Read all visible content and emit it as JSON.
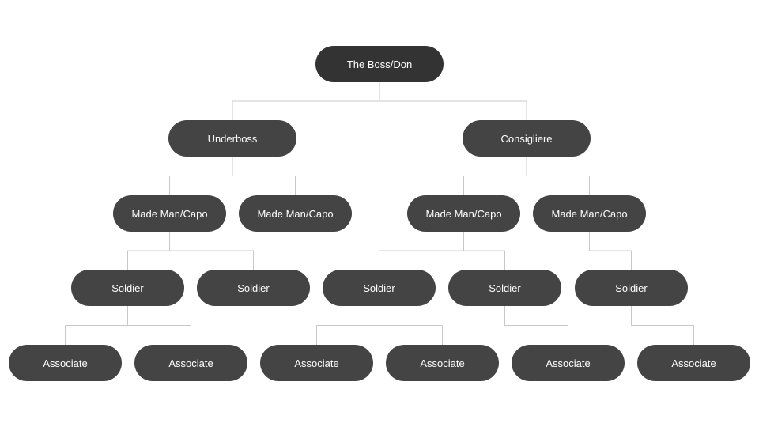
{
  "colors": {
    "node_fill": "#444444",
    "node_fill_root": "#333333",
    "node_text": "#ffffff",
    "connector": "#c8c8c8"
  },
  "nodes": [
    {
      "id": "boss",
      "label": "The Boss/Don",
      "parent": null
    },
    {
      "id": "underboss",
      "label": "Underboss",
      "parent": "boss"
    },
    {
      "id": "consigliere",
      "label": "Consigliere",
      "parent": "boss"
    },
    {
      "id": "capo1",
      "label": "Made Man/Capo",
      "parent": "underboss"
    },
    {
      "id": "capo2",
      "label": "Made Man/Capo",
      "parent": "underboss"
    },
    {
      "id": "capo3",
      "label": "Made Man/Capo",
      "parent": "consigliere"
    },
    {
      "id": "capo4",
      "label": "Made Man/Capo",
      "parent": "consigliere"
    },
    {
      "id": "soldier1",
      "label": "Soldier",
      "parent": "capo1"
    },
    {
      "id": "soldier2",
      "label": "Soldier",
      "parent": "capo1"
    },
    {
      "id": "soldier3",
      "label": "Soldier",
      "parent": "capo3"
    },
    {
      "id": "soldier4",
      "label": "Soldier",
      "parent": "capo3"
    },
    {
      "id": "soldier5",
      "label": "Soldier",
      "parent": "capo4"
    },
    {
      "id": "associate1",
      "label": "Associate",
      "parent": "soldier1"
    },
    {
      "id": "associate2",
      "label": "Associate",
      "parent": "soldier1"
    },
    {
      "id": "associate3",
      "label": "Associate",
      "parent": "soldier3"
    },
    {
      "id": "associate4",
      "label": "Associate",
      "parent": "soldier3"
    },
    {
      "id": "associate5",
      "label": "Associate",
      "parent": "soldier4"
    },
    {
      "id": "associate6",
      "label": "Associate",
      "parent": "soldier5"
    }
  ]
}
